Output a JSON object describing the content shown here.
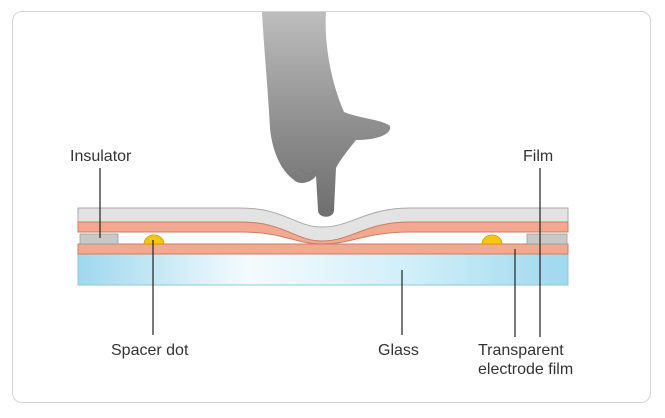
{
  "labels": {
    "insulator": "Insulator",
    "film": "Film",
    "spacer_dot": "Spacer dot",
    "glass": "Glass",
    "transparent_electrode_film_line1": "Transparent",
    "transparent_electrode_film_line2": "electrode film"
  },
  "colors": {
    "film": "#e3e3e3",
    "electrode": "#f3a98f",
    "insulator": "#c8c8c8",
    "spacer_dot": "#f7c514",
    "glass_edge": "#9fd8ee",
    "glass_center": "#f4fbfe",
    "hand": "#8c8c8c",
    "leader_line": "#222222"
  },
  "icons": {
    "hand": "pointing-finger-icon"
  }
}
